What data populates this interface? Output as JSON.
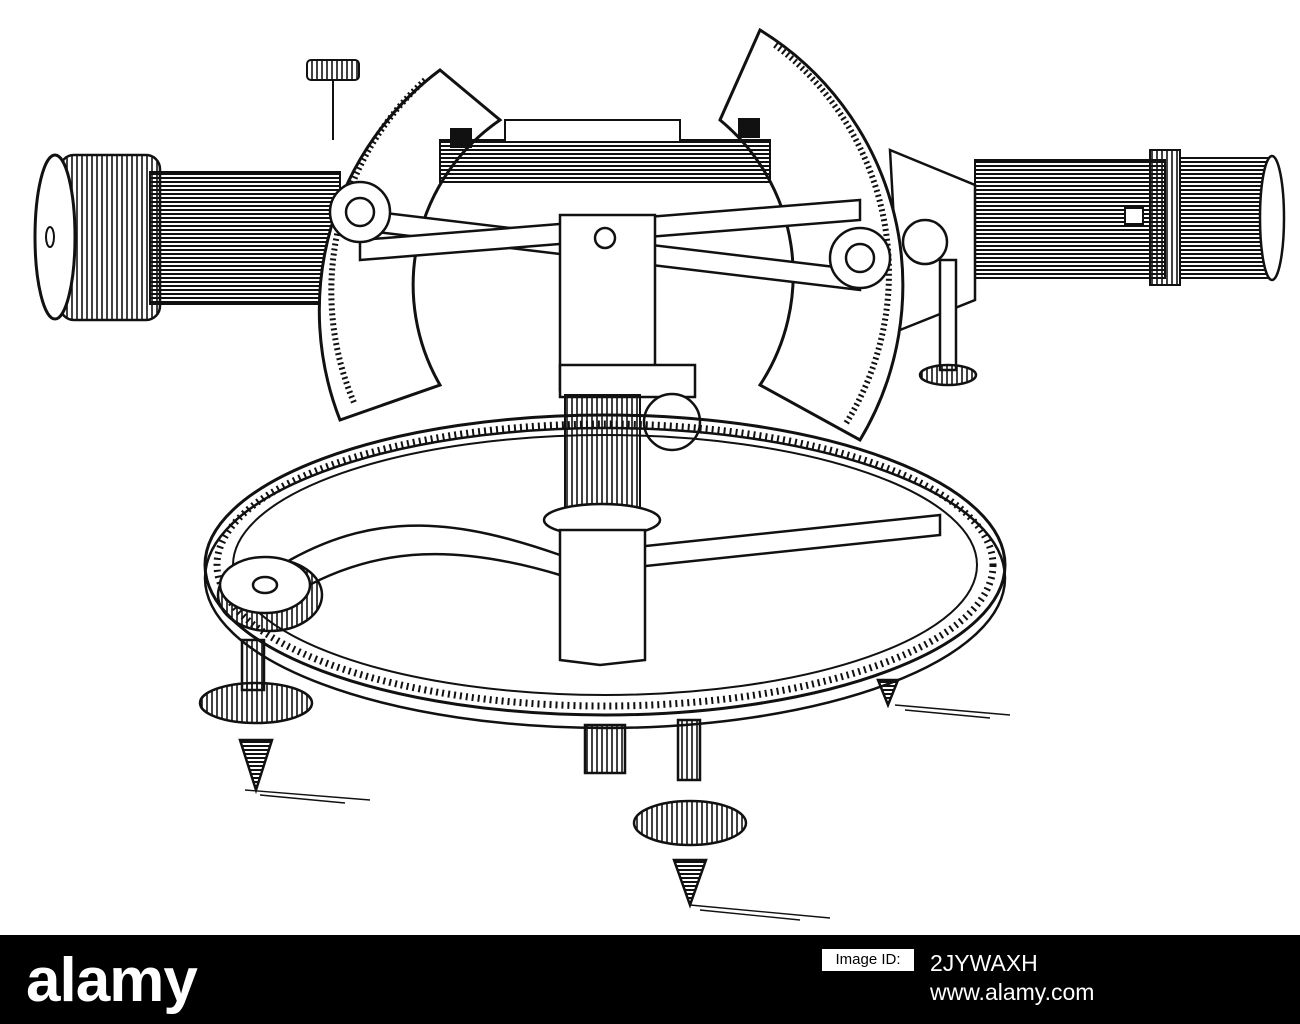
{
  "footer": {
    "brand": "alamy",
    "image_id_label": "Image ID:",
    "image_id": "2JYWAXH",
    "site_url": "www.alamy.com"
  },
  "colors": {
    "background": "#ffffff",
    "ink": "#111111",
    "footer_background": "#000000",
    "footer_text": "#ffffff"
  },
  "icons": {
    "brand_logo": "alamy-wordmark-logo"
  }
}
